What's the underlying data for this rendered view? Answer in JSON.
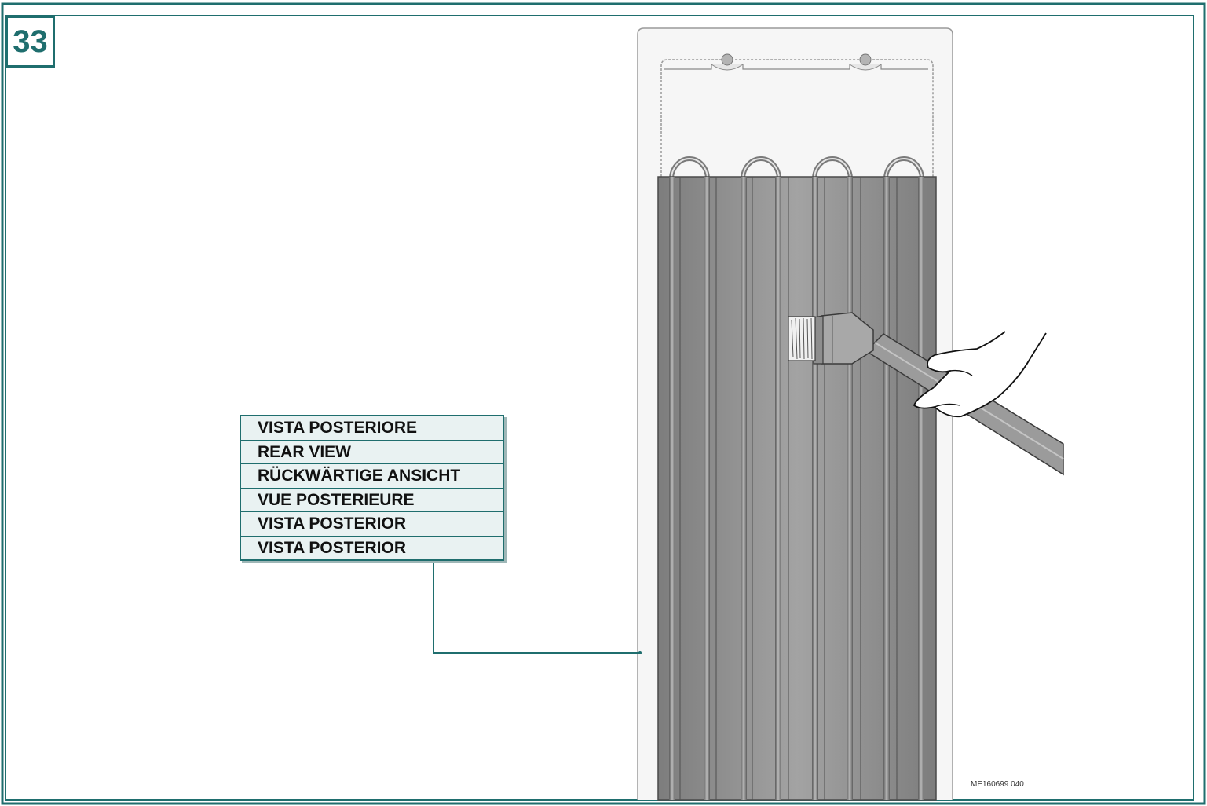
{
  "figure": {
    "step_number": "33",
    "labels": [
      "VISTA POSTERIORE",
      "REAR VIEW",
      "RÜCKWÄRTIGE ANSICHT",
      "VUE POSTERIEURE",
      "VISTA POSTERIOR",
      "VISTA POSTERIOR"
    ],
    "reference_code": "ME160699 040"
  },
  "colors": {
    "frame": "#1f6e6e",
    "label_background": "#e9f2f2",
    "condenser_fill": "#8a8a8a",
    "appliance_panel": "#f4f4f4"
  },
  "icons": [
    "vacuum-brush-icon",
    "hand-icon"
  ]
}
